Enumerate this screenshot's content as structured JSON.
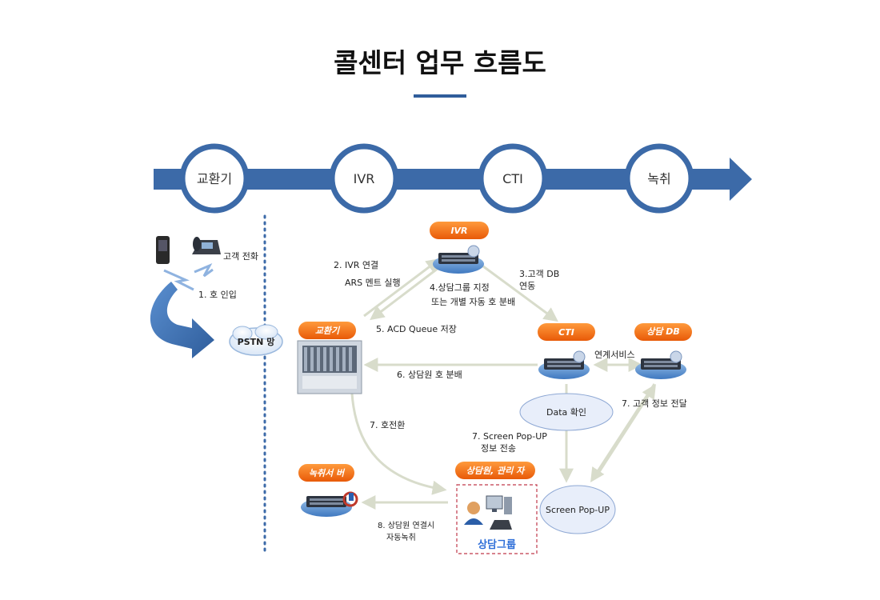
{
  "title": "콜센터 업무 흐름도",
  "stages": [
    "교환기",
    "IVR",
    "CTI",
    "녹취"
  ],
  "colors": {
    "flow_arrow": "#3c6aa8",
    "badge_orange": "#f36c12",
    "title_underline": "#2f5d9b",
    "dotted_line": "#3c6aa8"
  },
  "left": {
    "customer_call": "고객 전화",
    "step1": "1. 호 인입",
    "pstn": "PSTN 망"
  },
  "badges": {
    "ivr": "IVR",
    "exchange": "교환기",
    "cti": "CTI",
    "consult_db": "상담\nDB",
    "recording": "녹취서\n버",
    "agent_admin": "상담원, 관리\n자"
  },
  "labels": {
    "step2a": "2. IVR 연결",
    "step2b": "ARS 멘트 실행",
    "step3a": "3.고객 DB",
    "step3b": "연동",
    "step4a": "4.상담그룹 지정",
    "step4b": "또는 개별 자동 호 분배",
    "step5": "5. ACD Queue 저장",
    "step6": "6.  상담원 호 분배",
    "link_service": "연계서비스",
    "step7_transfer": "7. 호전환",
    "step7_popup_a": "7. Screen Pop-UP",
    "step7_popup_b": "정보 전송",
    "step7_info": "7. 고객 정보 전달",
    "data_check": "Data 확인",
    "screen_popup": "Screen Pop-UP",
    "step8a": "8. 상담원 연결시",
    "step8b": "자동녹취",
    "agent_group": "상담그룹"
  }
}
